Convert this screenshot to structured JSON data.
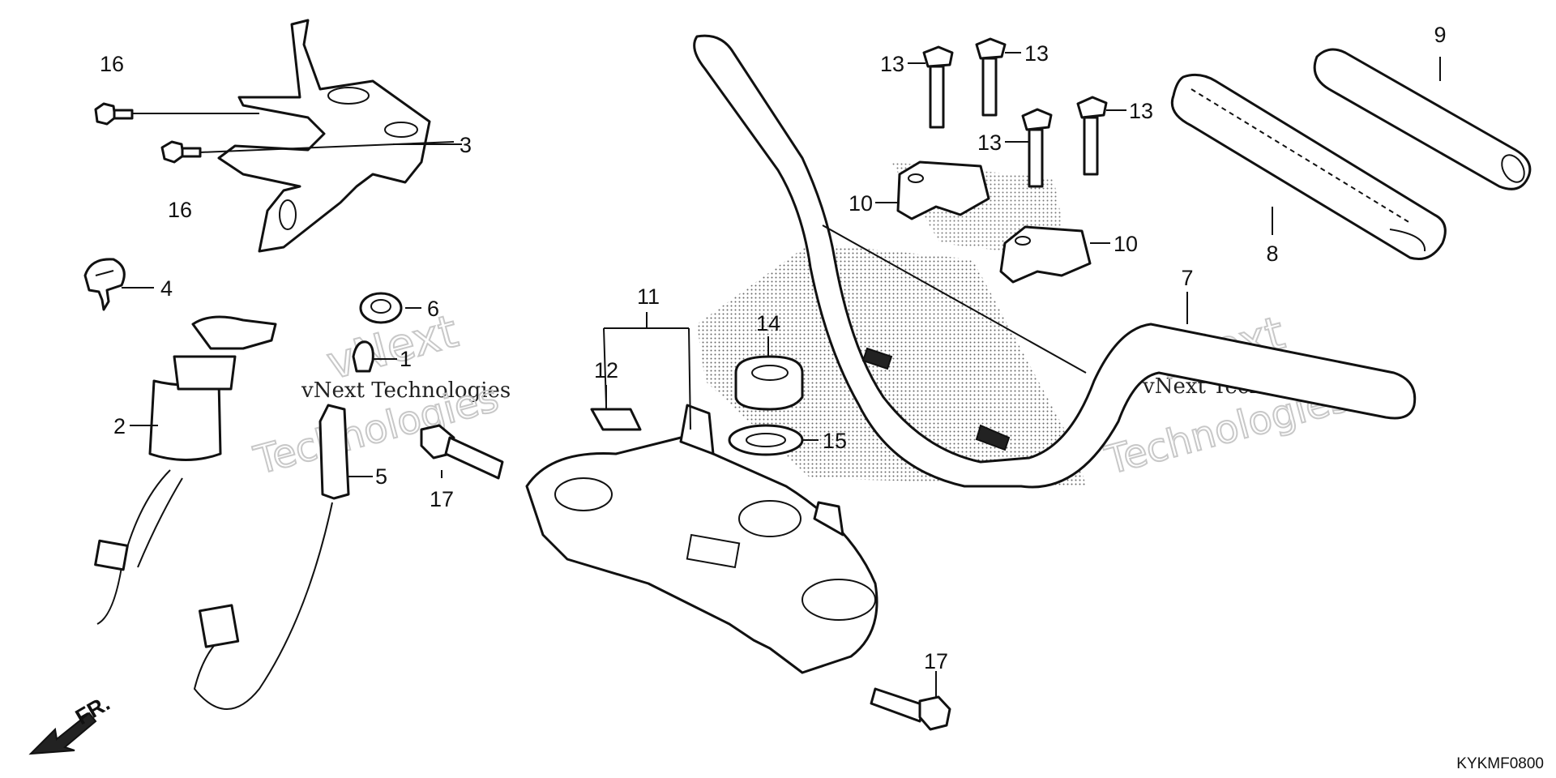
{
  "diagram": {
    "code": "KYKMF0800",
    "direction_label": "FR.",
    "watermarks": {
      "company_line": "vNext Technologies",
      "word_a": "vNext",
      "word_b": "Technologies"
    },
    "callouts": [
      {
        "id": "c16a",
        "text": "16"
      },
      {
        "id": "c16b",
        "text": "16"
      },
      {
        "id": "c3",
        "text": "3"
      },
      {
        "id": "c4",
        "text": "4"
      },
      {
        "id": "c2",
        "text": "2"
      },
      {
        "id": "c6",
        "text": "6"
      },
      {
        "id": "c1",
        "text": "1"
      },
      {
        "id": "c5",
        "text": "5"
      },
      {
        "id": "c17a",
        "text": "17"
      },
      {
        "id": "c17b",
        "text": "17"
      },
      {
        "id": "c11",
        "text": "11"
      },
      {
        "id": "c12",
        "text": "12"
      },
      {
        "id": "c14",
        "text": "14"
      },
      {
        "id": "c15",
        "text": "15"
      },
      {
        "id": "c7",
        "text": "7"
      },
      {
        "id": "c10a",
        "text": "10"
      },
      {
        "id": "c10b",
        "text": "10"
      },
      {
        "id": "c13a",
        "text": "13"
      },
      {
        "id": "c13b",
        "text": "13"
      },
      {
        "id": "c13c",
        "text": "13"
      },
      {
        "id": "c13d",
        "text": "13"
      },
      {
        "id": "c8",
        "text": "8"
      },
      {
        "id": "c9",
        "text": "9"
      }
    ]
  }
}
